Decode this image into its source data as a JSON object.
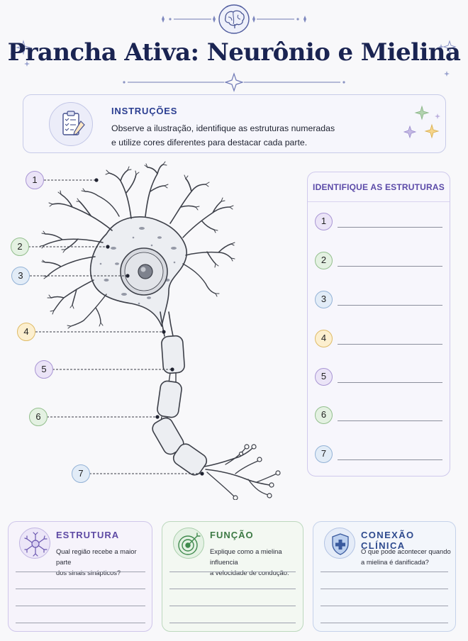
{
  "title": "Prancha Ativa: Neurônio e Mielina",
  "instructions": {
    "title": "INSTRUÇÕES",
    "line1": "Observe a ilustração, identifique as estruturas numeradas",
    "line2": "e utilize cores diferentes para destacar cada parte."
  },
  "callouts": [
    "1",
    "2",
    "3",
    "4",
    "5",
    "6",
    "7"
  ],
  "identify": {
    "title": "IDENTIFIQUE AS ESTRUTURAS",
    "items": [
      "1",
      "2",
      "3",
      "4",
      "5",
      "6",
      "7"
    ]
  },
  "cards": {
    "estrutura": {
      "title": "ESTRUTURA",
      "q1": "Qual região recebe a maior parte",
      "q2": "dos sinais sinápticos?"
    },
    "funcao": {
      "title": "FUNÇÃO",
      "q1": "Explique como a mielina influencia",
      "q2": "a velocidade de condução."
    },
    "clinica": {
      "title": "CONEXÃO CLÍNICA",
      "q1": "O que pode acontecer quando",
      "q2": "a mielina é danificada?"
    }
  },
  "icons": {
    "header": "brain-icon",
    "instructions": "clipboard-checklist-icon",
    "estrutura": "neuron-icon",
    "funcao": "target-icon",
    "clinica": "medical-shield-icon"
  },
  "colors": {
    "title": "#1a2452",
    "purple": "#a996d4",
    "green": "#93bf8d",
    "blue": "#93b2d6",
    "yellow": "#dfbb66"
  }
}
